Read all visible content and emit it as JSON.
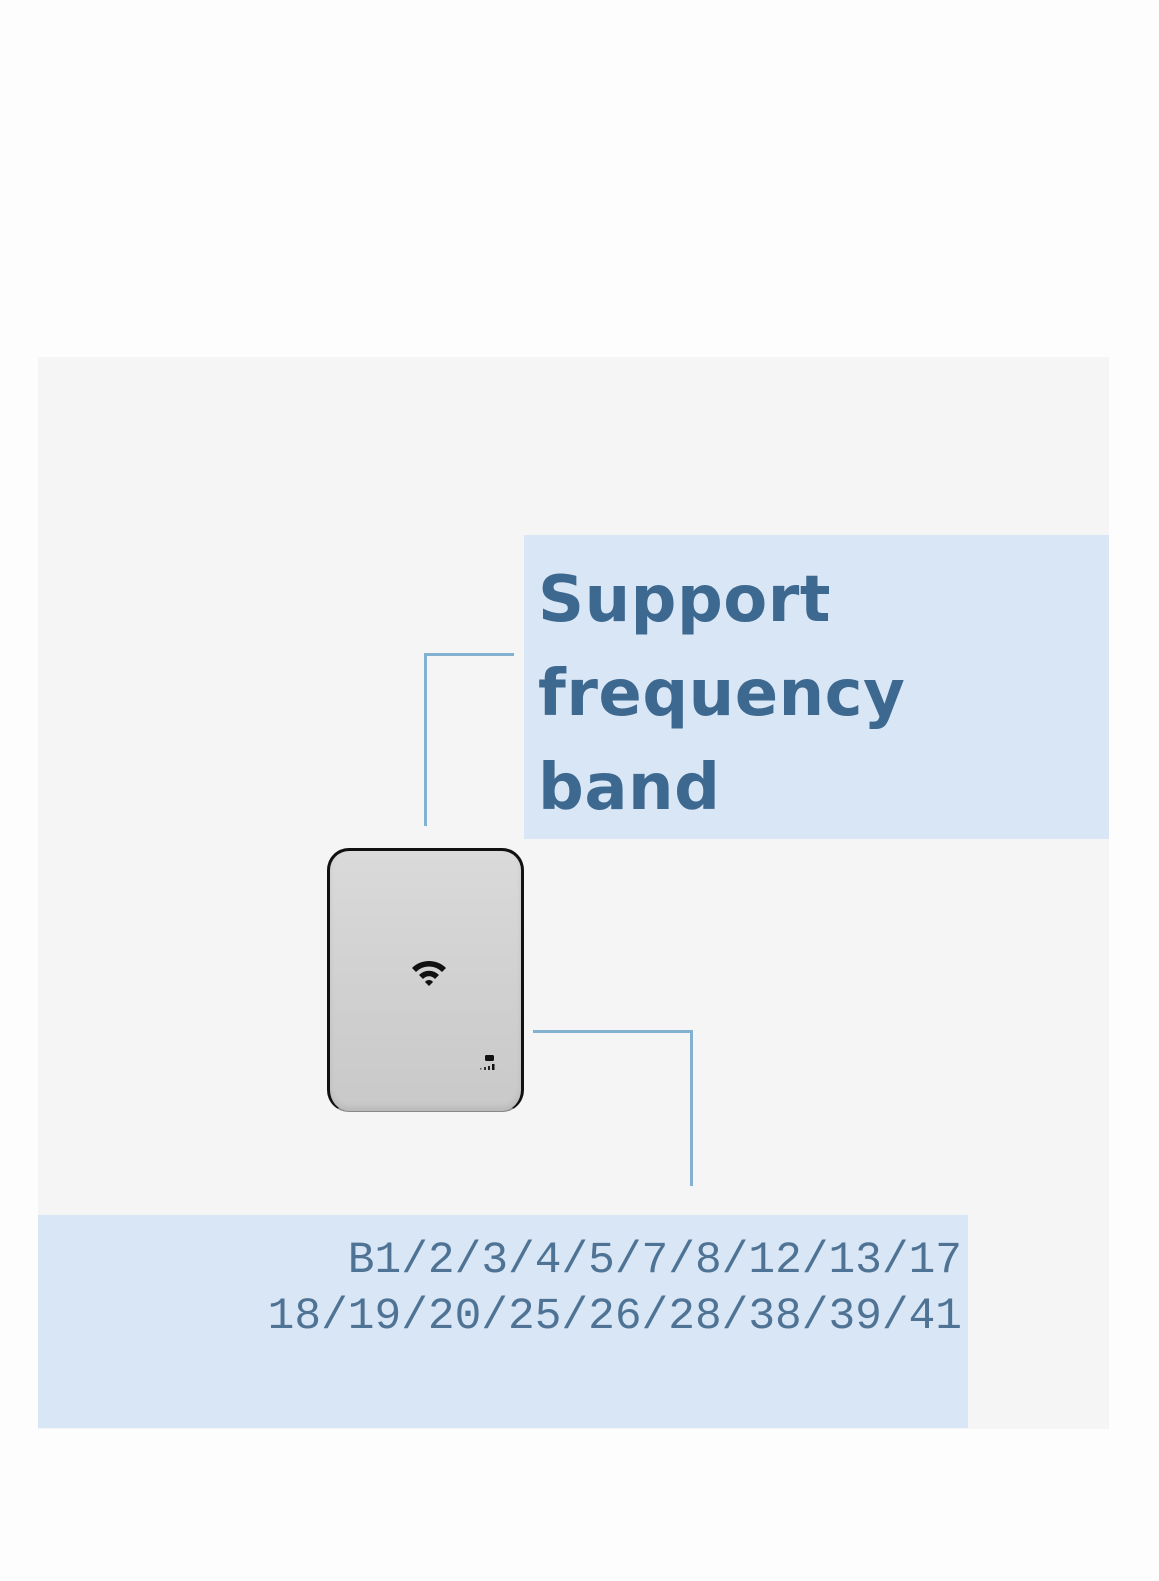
{
  "title": {
    "lines": [
      "Support",
      "frequency",
      "band"
    ],
    "text": "Support\nfrequency\nband"
  },
  "bands": {
    "line1": "B1/2/3/4/5/7/8/12/13/17",
    "line2": "18/19/20/25/26/28/38/39/41",
    "text": "B1/2/3/4/5/7/8/12/13/17\n18/19/20/25/26/28/38/39/41"
  },
  "device": {
    "name": "portable-router",
    "icons": [
      "wifi-icon",
      "battery-icon",
      "signal-icon"
    ]
  },
  "colors": {
    "panel_bg": "#f5f5f5",
    "box_bg": "#d9e6f5",
    "title_text": "#3d6890",
    "bands_text": "#4f7394",
    "connector_line": "#82b2cf"
  }
}
